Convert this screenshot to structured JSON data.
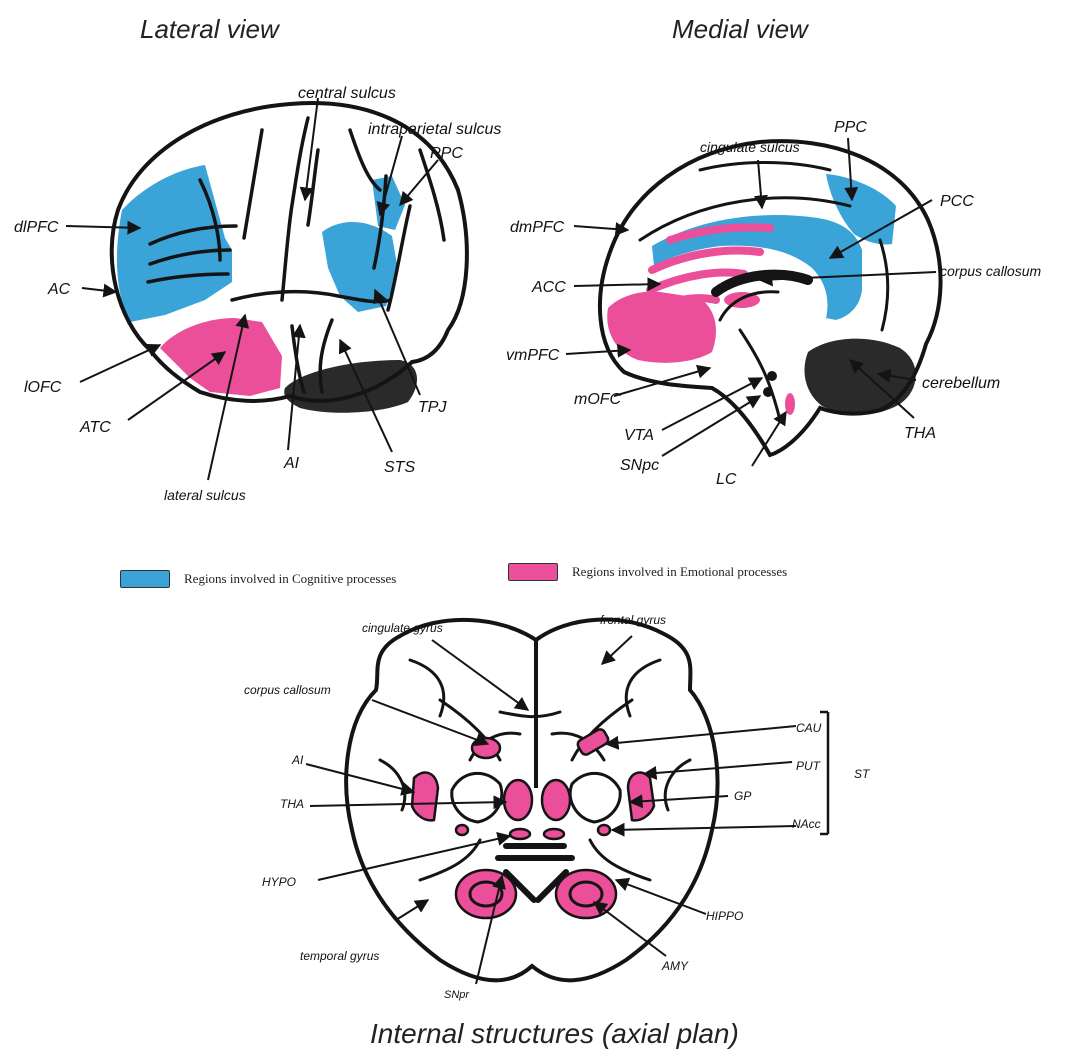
{
  "titles": {
    "lateral": "Lateral view",
    "medial": "Medial view",
    "axial": "Internal structures (axial plan)"
  },
  "legend": {
    "cognitive": "Regions involved in Cognitive processes",
    "emotional": "Regions involved in Emotional processes"
  },
  "colors": {
    "cognitive": "#3aa3d8",
    "emotional": "#ec4f9a",
    "ink": "#141414",
    "cerebellum": "#2a2a2a"
  },
  "labels": {
    "lateral": {
      "central_sulcus": "central sulcus",
      "intraparietal_sulcus": "intraparietal sulcus",
      "ppc": "PPC",
      "dlpfc": "dlPFC",
      "ac": "AC",
      "lofc": "lOFC",
      "atc": "ATC",
      "lateral_sulcus": "lateral sulcus",
      "ai": "AI",
      "sts": "STS",
      "tpj": "TPJ"
    },
    "medial": {
      "cingulate_sulcus": "cingulate sulcus",
      "ppc": "PPC",
      "pcc": "PCC",
      "dmpfc": "dmPFC",
      "acc": "ACC",
      "corpus_callosum": "corpus callosum",
      "vmpfc": "vmPFC",
      "mofc": "mOFC",
      "vta": "VTA",
      "snpc": "SNpc",
      "lc": "LC",
      "cerebellum": "cerebellum",
      "tha": "THA"
    },
    "axial": {
      "cingulate_gyrus": "cingulate gyrus",
      "frontal_gyrus": "frontal gyrus",
      "corpus_callosum": "corpus callosum",
      "cau": "CAU",
      "put": "PUT",
      "gp": "GP",
      "nacc": "NAcc",
      "st": "ST",
      "ai": "AI",
      "tha": "THA",
      "hypo": "HYPO",
      "hippo": "HIPPO",
      "temporal_gyrus": "temporal gyrus",
      "amy": "AMY",
      "snpr": "SNpr"
    }
  }
}
